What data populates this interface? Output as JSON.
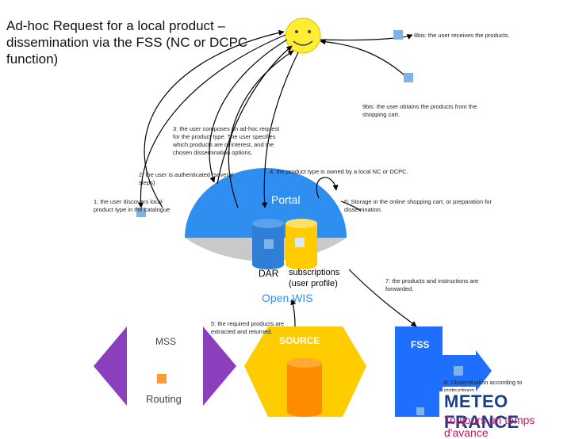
{
  "title": "Ad-hoc Request for a local product – dissemination via the FSS (NC or DCPC function)",
  "steps": {
    "s1": "1: the user discovers local product type in the catalogue",
    "s2": "2: the user is authenticated (several steps)",
    "s3": "3: the user composes an ad-hoc request for the product type. The user specifies which products are of interest, and the chosen dissemination options.",
    "s4": "4: the product type is owned by a local NC or DCPC.",
    "s5": "5: the required products are extracted and returned.",
    "s6": "6: Storage in the online shopping cart, or preparation for dissemination.",
    "s7": "7: the products and instructions are forwarded.",
    "s8": "8: Dissemination according to instructions.",
    "s9bis_obtain": "9bis: the user obtains the products from the shopping cart.",
    "s8bis_receive": "8bis: the user receives the products."
  },
  "components": {
    "portal": "Portal",
    "dar": "DAR",
    "subscriptions": "subscriptions",
    "user_profile": "(user profile)",
    "openwis": "Open.WIS",
    "mss": "MSS",
    "routing": "Routing",
    "source": "SOURCE",
    "fss": "FSS"
  },
  "logo": {
    "name": "METEO FRANCE",
    "slogan": "Toujours un temps d'avance"
  },
  "colors": {
    "portal_blue": "#2e8ff0",
    "openwis_grey": "#c9c9c9",
    "mss_purple": "#8a3fbf",
    "source_yellow": "#ffcc00",
    "fss_blue": "#1f6fff",
    "marker_blue": "#7fb3e6",
    "smiley": "#ffee33"
  }
}
